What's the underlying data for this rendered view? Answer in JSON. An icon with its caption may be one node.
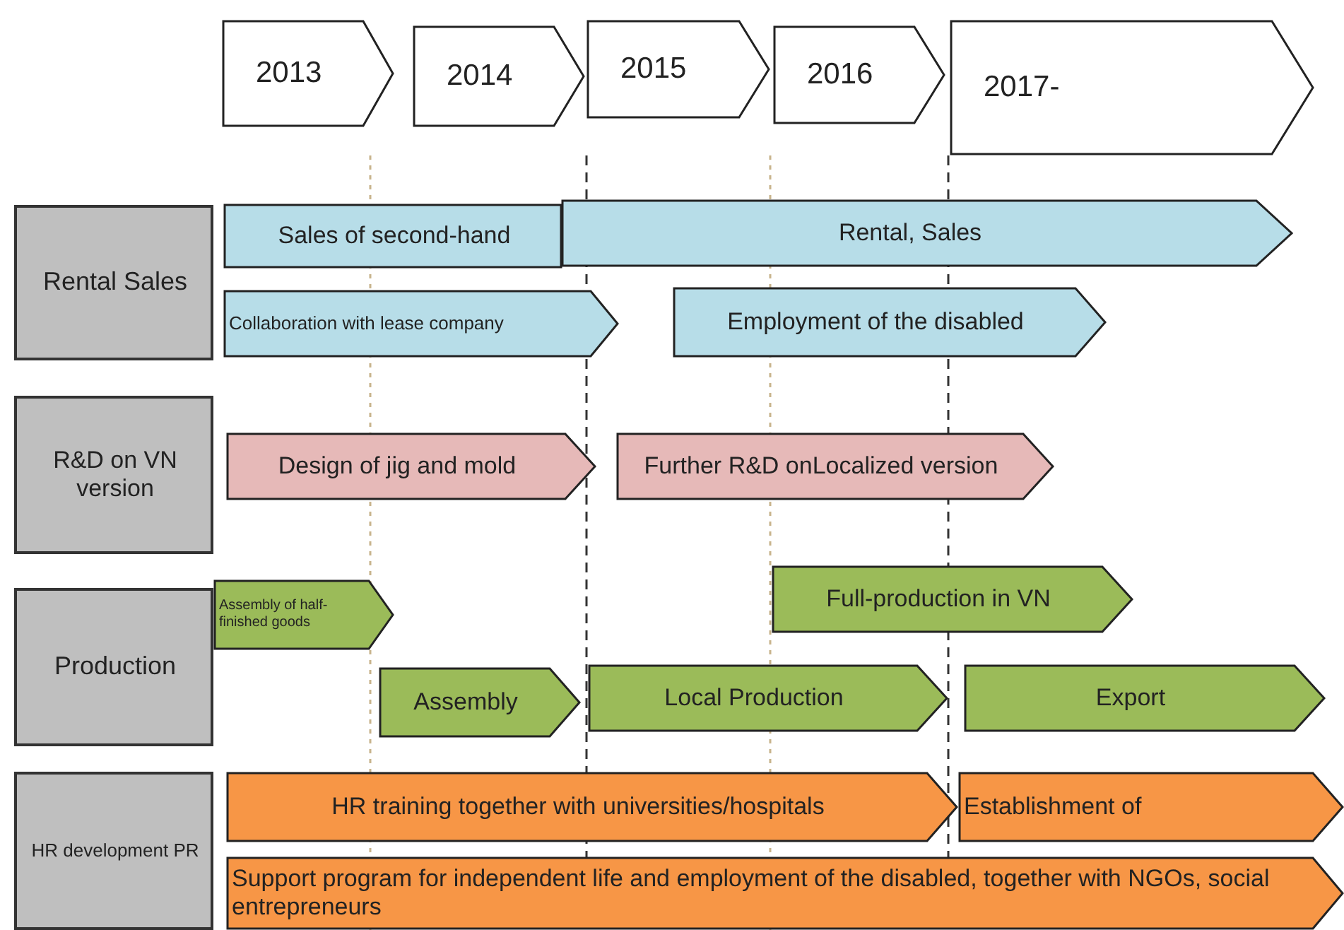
{
  "diagram": {
    "nodes": [
      {
        "text": [
          "2013"
        ]
      },
      {
        "text": [
          "2014"
        ]
      },
      {
        "text": [
          "2015"
        ]
      },
      {
        "text": [
          "2016"
        ]
      },
      {
        "text": [
          "2017-"
        ]
      },
      {
        "text": [
          "Rental Sales"
        ]
      },
      {
        "text": [
          "Sales of second-hand"
        ]
      },
      {
        "text": [
          "Rental, Sales"
        ]
      },
      {
        "text": [
          "Collaboration with lease company"
        ]
      },
      {
        "text": [
          "Employment of the disabled"
        ]
      },
      {
        "text": [
          "R&D on VN version"
        ]
      },
      {
        "text": [
          "Design of jig and mold"
        ]
      },
      {
        "text": [
          "Further R&D onLocalized version"
        ]
      },
      {
        "text": [
          "Production"
        ]
      },
      {
        "text": [
          "Assembly of half-finished goods"
        ]
      },
      {
        "text": [
          "Full-production in VN"
        ]
      },
      {
        "text": [
          "Assembly"
        ]
      },
      {
        "text": [
          "Local Production"
        ]
      },
      {
        "text": [
          "Export"
        ]
      },
      {
        "text": [
          "HR development PR"
        ]
      },
      {
        "text": [
          "HR training together with universities/hospitals"
        ]
      },
      {
        "text": [
          "Establishment of"
        ]
      },
      {
        "text": [
          "Support program for independent life and employment of the disabled, together with NGOs, social entrepreneurs"
        ]
      }
    ]
  }
}
